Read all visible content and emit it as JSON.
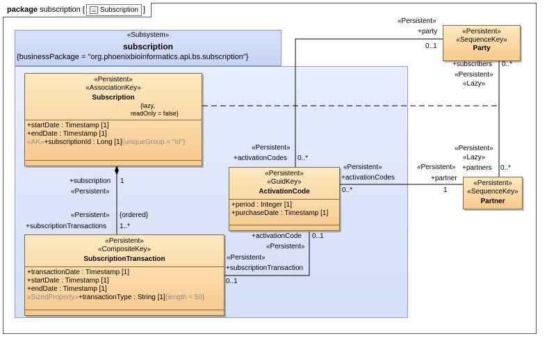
{
  "frame": {
    "keyword": "package",
    "name": "subscription",
    "ref": "Subscription"
  },
  "subsystem": {
    "stereotype": "«Subsystem»",
    "name": "subscription",
    "tag": "{businessPackage = \"org.phoenixbioinformatics.api.bs.subscription\"}"
  },
  "classes": {
    "party": {
      "stereo1": "«Persistent»",
      "stereo2": "«SequenceKey»",
      "name": "Party"
    },
    "subscription": {
      "stereo1": "«Persistent»",
      "stereo2": "«AssociationKey»",
      "name": "Subscription",
      "props1": "{lazy,",
      "props2": "readOnly = false}",
      "attrs": [
        {
          "vis": "+",
          "name": "startDate",
          "type": " : Timestamp [1]"
        },
        {
          "vis": "+",
          "name": "endDate",
          "type": " : Timestamp [1]"
        },
        {
          "pre": "«AK»",
          "vis": "+",
          "name": "subscriptionId",
          "type": " : Long [1]",
          "post": "{uniqueGroup = \"id\"}"
        }
      ]
    },
    "activation": {
      "stereo1": "«Persistent»",
      "stereo2": "«GuidKey»",
      "name": "ActivationCode",
      "attrs": [
        {
          "vis": "+",
          "name": "period",
          "type": " : Integer [1]"
        },
        {
          "vis": "+",
          "name": "purchaseDate",
          "type": " : Timestamp [1]"
        }
      ]
    },
    "partner": {
      "stereo1": "«Persistent»",
      "stereo2": "«SequenceKey»",
      "name": "Partner"
    },
    "subtrans": {
      "stereo1": "«Persistent»",
      "stereo2": "«CompositeKey»",
      "name": "SubscriptionTransaction",
      "attrs": [
        {
          "vis": "+",
          "name": "transactionDate",
          "type": " : Timestamp [1]"
        },
        {
          "vis": "+",
          "name": "startDate",
          "type": " : Timestamp [1]"
        },
        {
          "vis": "+",
          "name": "endDate",
          "type": " : Timestamp [1]"
        },
        {
          "pre": "«SizedProperty»",
          "vis": "+",
          "name": "transactionType",
          "type": " : String [1]",
          "post": "{length = 50}"
        }
      ]
    }
  },
  "labels": {
    "party_persistent": "«Persistent»",
    "party_role": "+party",
    "party_mult": "0..1",
    "subscribers_role": "+subscribers",
    "subscribers_mult": "0..*",
    "subscribers_persistent": "«Persistent»",
    "subscribers_lazy": "«Lazy»",
    "partners_persistent": "«Persistent»",
    "partners_lazy": "«Lazy»",
    "partners_role": "+partners",
    "partners_mult": "0..*",
    "ac_top_persistent": "«Persistent»",
    "ac_top_role": "+activationCodes",
    "ac_top_mult": "0..*",
    "ac_right_persistent": "«Persistent»",
    "ac_right_role": "+activationCodes",
    "ac_right_mult": "0..*",
    "partner_persistent": "«Persistent»",
    "partner_role": "+partner",
    "partner_mult": "1",
    "sub_role": "+subscription",
    "sub_mult": "1",
    "sub_persistent": "«Persistent»",
    "st_persistent": "«Persistent»",
    "st_ordered": "{ordered}",
    "st_role": "+subscriptionTransactions",
    "st_mult": "1..*",
    "acode_role": "+activationCode",
    "acode_mult": "0..1",
    "acode_persistent": "«Persistent»",
    "strans_persistent": "«Persistent»",
    "strans_role": "+subscriptionTransaction",
    "strans_mult": "0..1"
  }
}
